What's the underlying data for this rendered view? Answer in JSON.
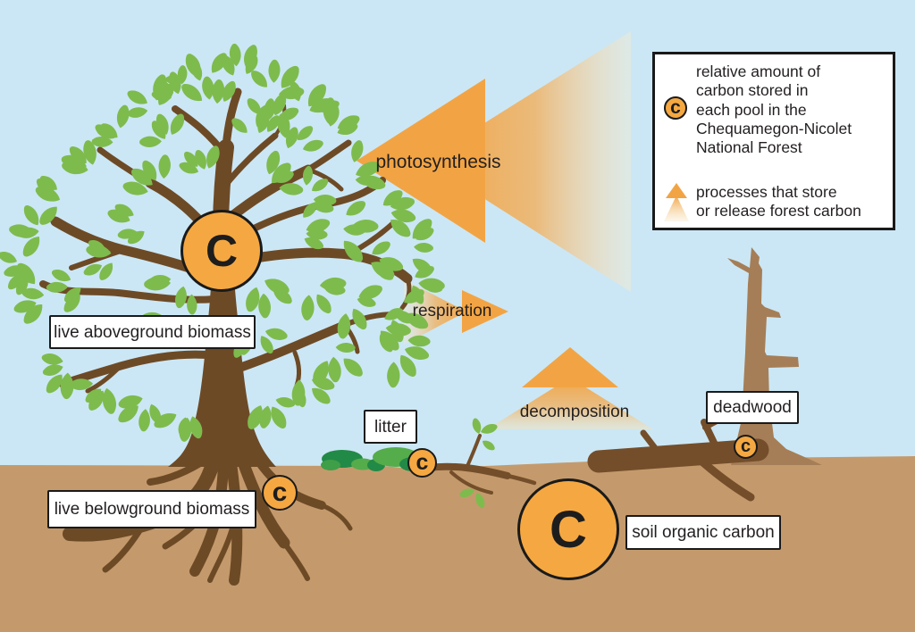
{
  "pools": {
    "aboveground": {
      "label": "live aboveground biomass",
      "symbol": "C"
    },
    "belowground": {
      "label": "live belowground biomass",
      "symbol": "c"
    },
    "litter": {
      "label": "litter",
      "symbol": "c"
    },
    "deadwood": {
      "label": "deadwood",
      "symbol": "c"
    },
    "soil": {
      "label": "soil organic carbon",
      "symbol": "C"
    }
  },
  "processes": {
    "photosynthesis": "photosynthesis",
    "respiration": "respiration",
    "decomposition": "decomposition"
  },
  "legend": {
    "pool_symbol": "c",
    "pool_text": "relative amount of\ncarbon stored in\neach pool in the\nChequamegon-Nicolet\nNational Forest",
    "process_text": "processes that store\nor release forest carbon"
  },
  "colors": {
    "sky": "#CBE7F5",
    "soil": "#C49A6C",
    "accent_orange": "#F2A444",
    "leaf_green": "#7EBB4D",
    "litter_green_dark": "#218A46",
    "litter_green_light": "#55AC4B",
    "live_wood_brown": "#6D4A26",
    "dead_log_brown": "#744E2A",
    "snag_brown": "#A57E57",
    "text": "#231F20"
  }
}
